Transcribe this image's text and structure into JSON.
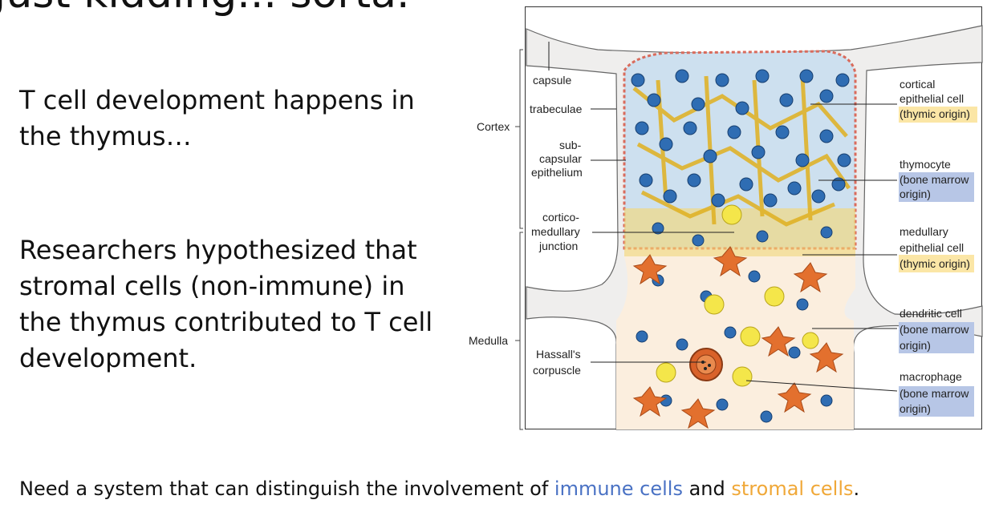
{
  "slide": {
    "title_partial": "Just kidding... sorta.",
    "paragraph1": [
      "T cell development happens in",
      "the thymus…"
    ],
    "paragraph2": [
      "Researchers hypothesized that",
      "stromal cells (non-immune) in",
      "the thymus contributed to T cell",
      "development."
    ],
    "footer": {
      "prefix": "Need a system that can distinguish the involvement of ",
      "immune": "immune cells",
      "middle": " and ",
      "stromal": "stromal cells",
      "suffix": "."
    }
  },
  "figure": {
    "regions": {
      "cortex": "Cortex",
      "medulla": "Medulla"
    },
    "left_labels": {
      "capsule": "capsule",
      "trabeculae": "trabeculae",
      "subcapsular": [
        "sub-",
        "capsular",
        "epithelium"
      ],
      "cmj": [
        "cortico-",
        "medullary",
        "junction"
      ],
      "hassall": [
        "Hassall's",
        "corpuscle"
      ]
    },
    "right_labels": {
      "cortical": {
        "lines": [
          "cortical",
          "epithelial cell"
        ],
        "origin": "(thymic origin)"
      },
      "thymocyte": {
        "lines": [
          "thymocyte"
        ],
        "origin": [
          "(bone marrow",
          "origin)"
        ]
      },
      "medullary": {
        "lines": [
          "medullary",
          "epithelial cell"
        ],
        "origin": "(thymic origin)"
      },
      "dendritic": {
        "lines": [
          "dendritic cell"
        ],
        "origin": [
          "(bone marrow",
          "origin)"
        ]
      },
      "macrophage": {
        "lines": [
          "macrophage"
        ],
        "origin": [
          "(bone marrow",
          "origin)"
        ]
      }
    },
    "colors": {
      "thymic_highlight": "#fbe6a6",
      "bone_marrow_highlight": "#b7c6e6",
      "immune_text": "#4a72c4",
      "stromal_text": "#f0a838",
      "thymocyte": "#2f6db3",
      "cortical_epithelium": "#f1c232",
      "medullary_epithelium": "#e3702e",
      "macrophage": "#f4e64a"
    }
  }
}
